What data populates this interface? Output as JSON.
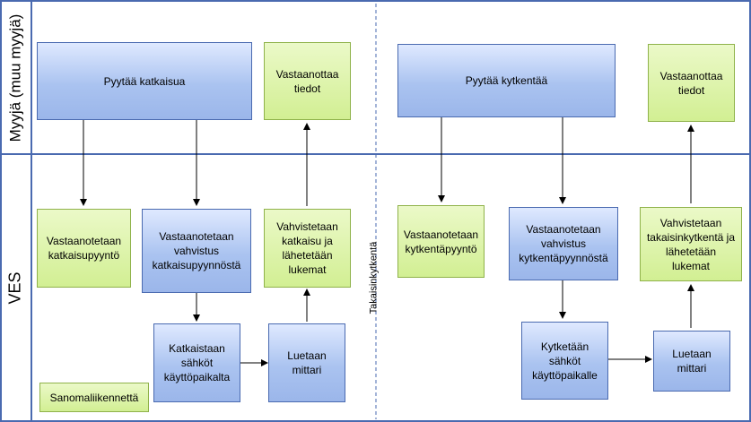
{
  "lanes": {
    "seller": "Myyjä (muu myyjä)",
    "ves": "VES"
  },
  "left_process": {
    "request": "Pyytää katkaisua",
    "receive_info": "Vastaanottaa tiedot",
    "receive_request": "Vastaanotetaan katkaisupyyntö",
    "confirm_receipt": "Vastaanotetaan vahvistus katkaisupyynnöstä",
    "cut_power": "Katkaistaan sähköt käyttöpaikalta",
    "read_meter": "Luetaan mittari",
    "confirm_send": "Vahvistetaan katkaisu ja lähetetään lukemat"
  },
  "right_process": {
    "request": "Pyytää kytkentää",
    "receive_info": "Vastaanottaa tiedot",
    "receive_request": "Vastaanotetaan kytkentäpyyntö",
    "confirm_receipt": "Vastaanotetaan vahvistus kytkentäpyynnöstä",
    "connect_power": "Kytketään sähköt käyttöpaikalle",
    "read_meter": "Luetaan mittari",
    "confirm_send": "Vahvistetaan takaisinkytkentä ja lähetetään lukemat"
  },
  "divider_label": "Takaisinkytkentä",
  "legend": "Sanomaliikennettä",
  "colors": {
    "process_box": "#aac3f0",
    "message_box": "#d2ef93",
    "frame": "#4a6ab0"
  }
}
